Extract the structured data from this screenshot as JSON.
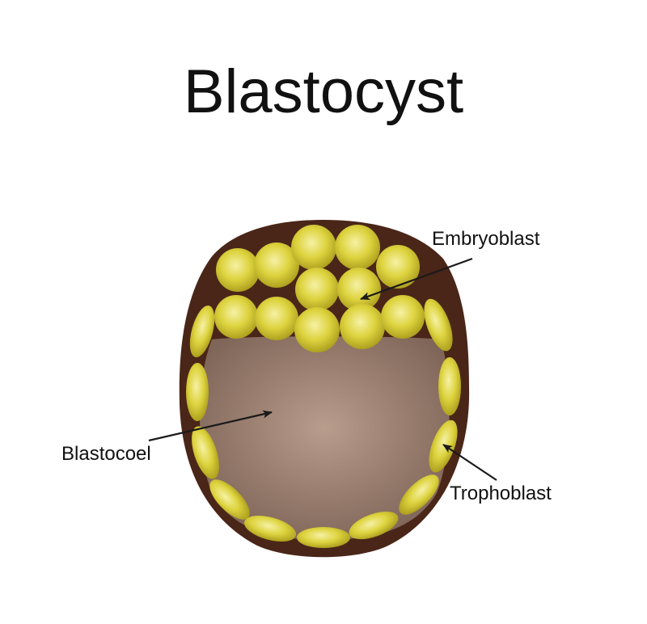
{
  "title": "Blastocyst",
  "labels": {
    "embryoblast": "Embryoblast",
    "blastocoel": "Blastocoel",
    "trophoblast": "Trophoblast"
  },
  "colors": {
    "zona_outer": "#4a2618",
    "cavity_center": "#b89c8c",
    "cavity_edge": "#7a6052",
    "cell_fill": "#d9cf3c",
    "cell_highlight": "#f3ee9a",
    "cell_edge": "#a89a1e",
    "arrow": "#1a1a1a"
  }
}
